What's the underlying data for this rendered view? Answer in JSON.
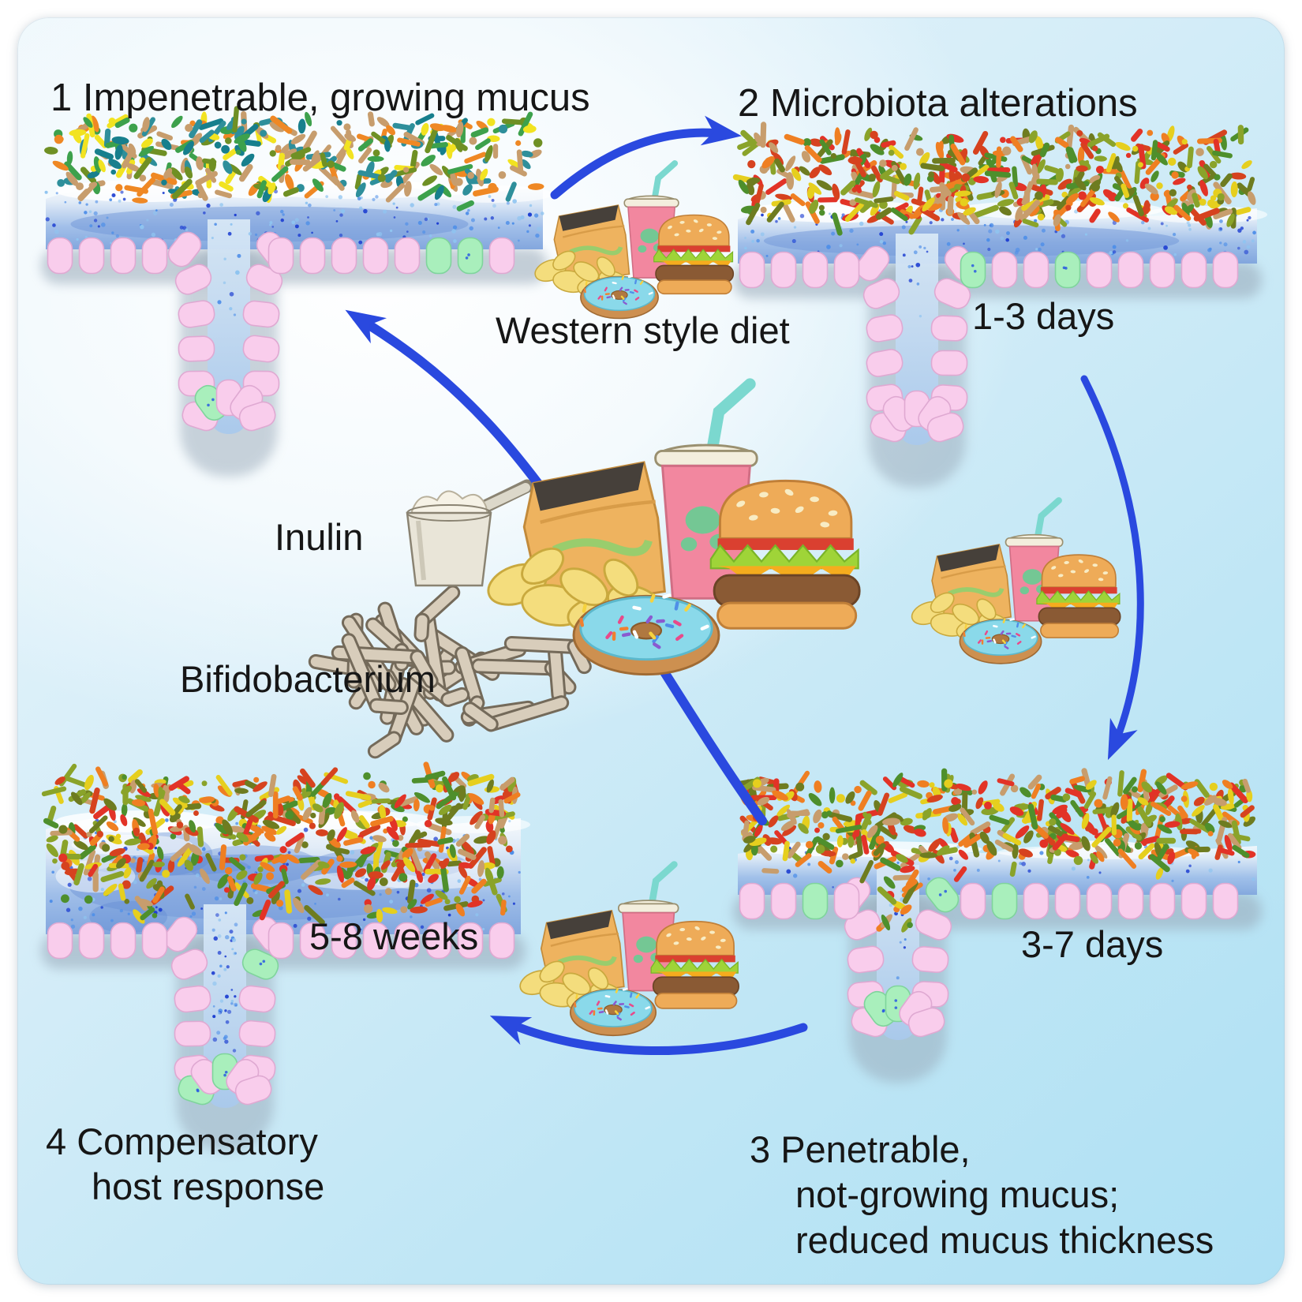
{
  "figure": {
    "title_context": "Western style diet mucus-microbiota cycle",
    "arrow_color": "#2a49df",
    "text_color": "#161616",
    "cell_pink": "#f9cdec",
    "cell_pink_stroke": "#dfa9d2",
    "cell_green": "#a9efbc",
    "cell_green_stroke": "#7fd49c",
    "mucus_blue": "#7fa4dd",
    "mucus_light": "#e2ecf7",
    "speckle_colors": [
      "#1d3ed1",
      "#4f8fe8",
      "#8fc4f0"
    ]
  },
  "labels": {
    "stage1": "1 Impenetrable, growing mucus",
    "stage2": "2 Microbiota alterations",
    "stage3_line1": "3 Penetrable,",
    "stage3_line2": "not-growing mucus;",
    "stage3_line3": "reduced mucus thickness",
    "stage4_line1": "4 Compensatory",
    "stage4_line2": "host response",
    "diet": "Western style diet",
    "time_1_3": "1-3 days",
    "time_3_7": "3-7 days",
    "time_5_8": "5-8 weeks",
    "inulin": "Inulin",
    "bifidobacterium": "Bifidobacterium"
  },
  "palettes": {
    "healthy": [
      "#2e8f9b",
      "#c79d6d",
      "#f2e321",
      "#ef8824",
      "#6f9024",
      "#3da14c",
      "#177f8d",
      "#c79d6d"
    ],
    "altered": [
      "#e23327",
      "#ef7f22",
      "#e6cf1e",
      "#6e7c20",
      "#c79d6d",
      "#4e8f2c",
      "#d6421f",
      "#8aa32a"
    ]
  },
  "panels": [
    {
      "id": "p1",
      "name": "panel-1-impenetrable-growing-mucus",
      "palette": "healthy",
      "bacteria": 330,
      "speckles": 150,
      "channel_dots": 8,
      "scatter": 0,
      "trail": false,
      "mucus": "thick"
    },
    {
      "id": "p2",
      "name": "panel-2-microbiota-alterations",
      "palette": "altered",
      "bacteria": 440,
      "speckles": 130,
      "channel_dots": 6,
      "scatter": 0,
      "trail": false,
      "mucus": "thick"
    },
    {
      "id": "p3",
      "name": "panel-3-penetrable-mucus",
      "palette": "altered",
      "bacteria": 430,
      "speckles": 45,
      "channel_dots": 10,
      "scatter": 30,
      "trail": false,
      "mucus": "thin"
    },
    {
      "id": "p4",
      "name": "panel-4-compensatory-host-response",
      "palette": "altered",
      "bacteria": 390,
      "speckles": 170,
      "channel_dots": 0,
      "scatter": 130,
      "trail": true,
      "mucus": "mixed"
    }
  ],
  "icons": [
    {
      "name": "fast-food-icon",
      "meaning": "chips bag, pink soft drink with straw, burger, blue-frosted donut"
    },
    {
      "name": "inulin-scoop-icon",
      "meaning": "measuring scoop with inulin powder"
    },
    {
      "name": "bifidobacterium-icon",
      "meaning": "pile of branched Y-shaped Bifidobacterium rods"
    },
    {
      "name": "curved-arrow-icon",
      "meaning": "blue curved process arrows"
    }
  ]
}
